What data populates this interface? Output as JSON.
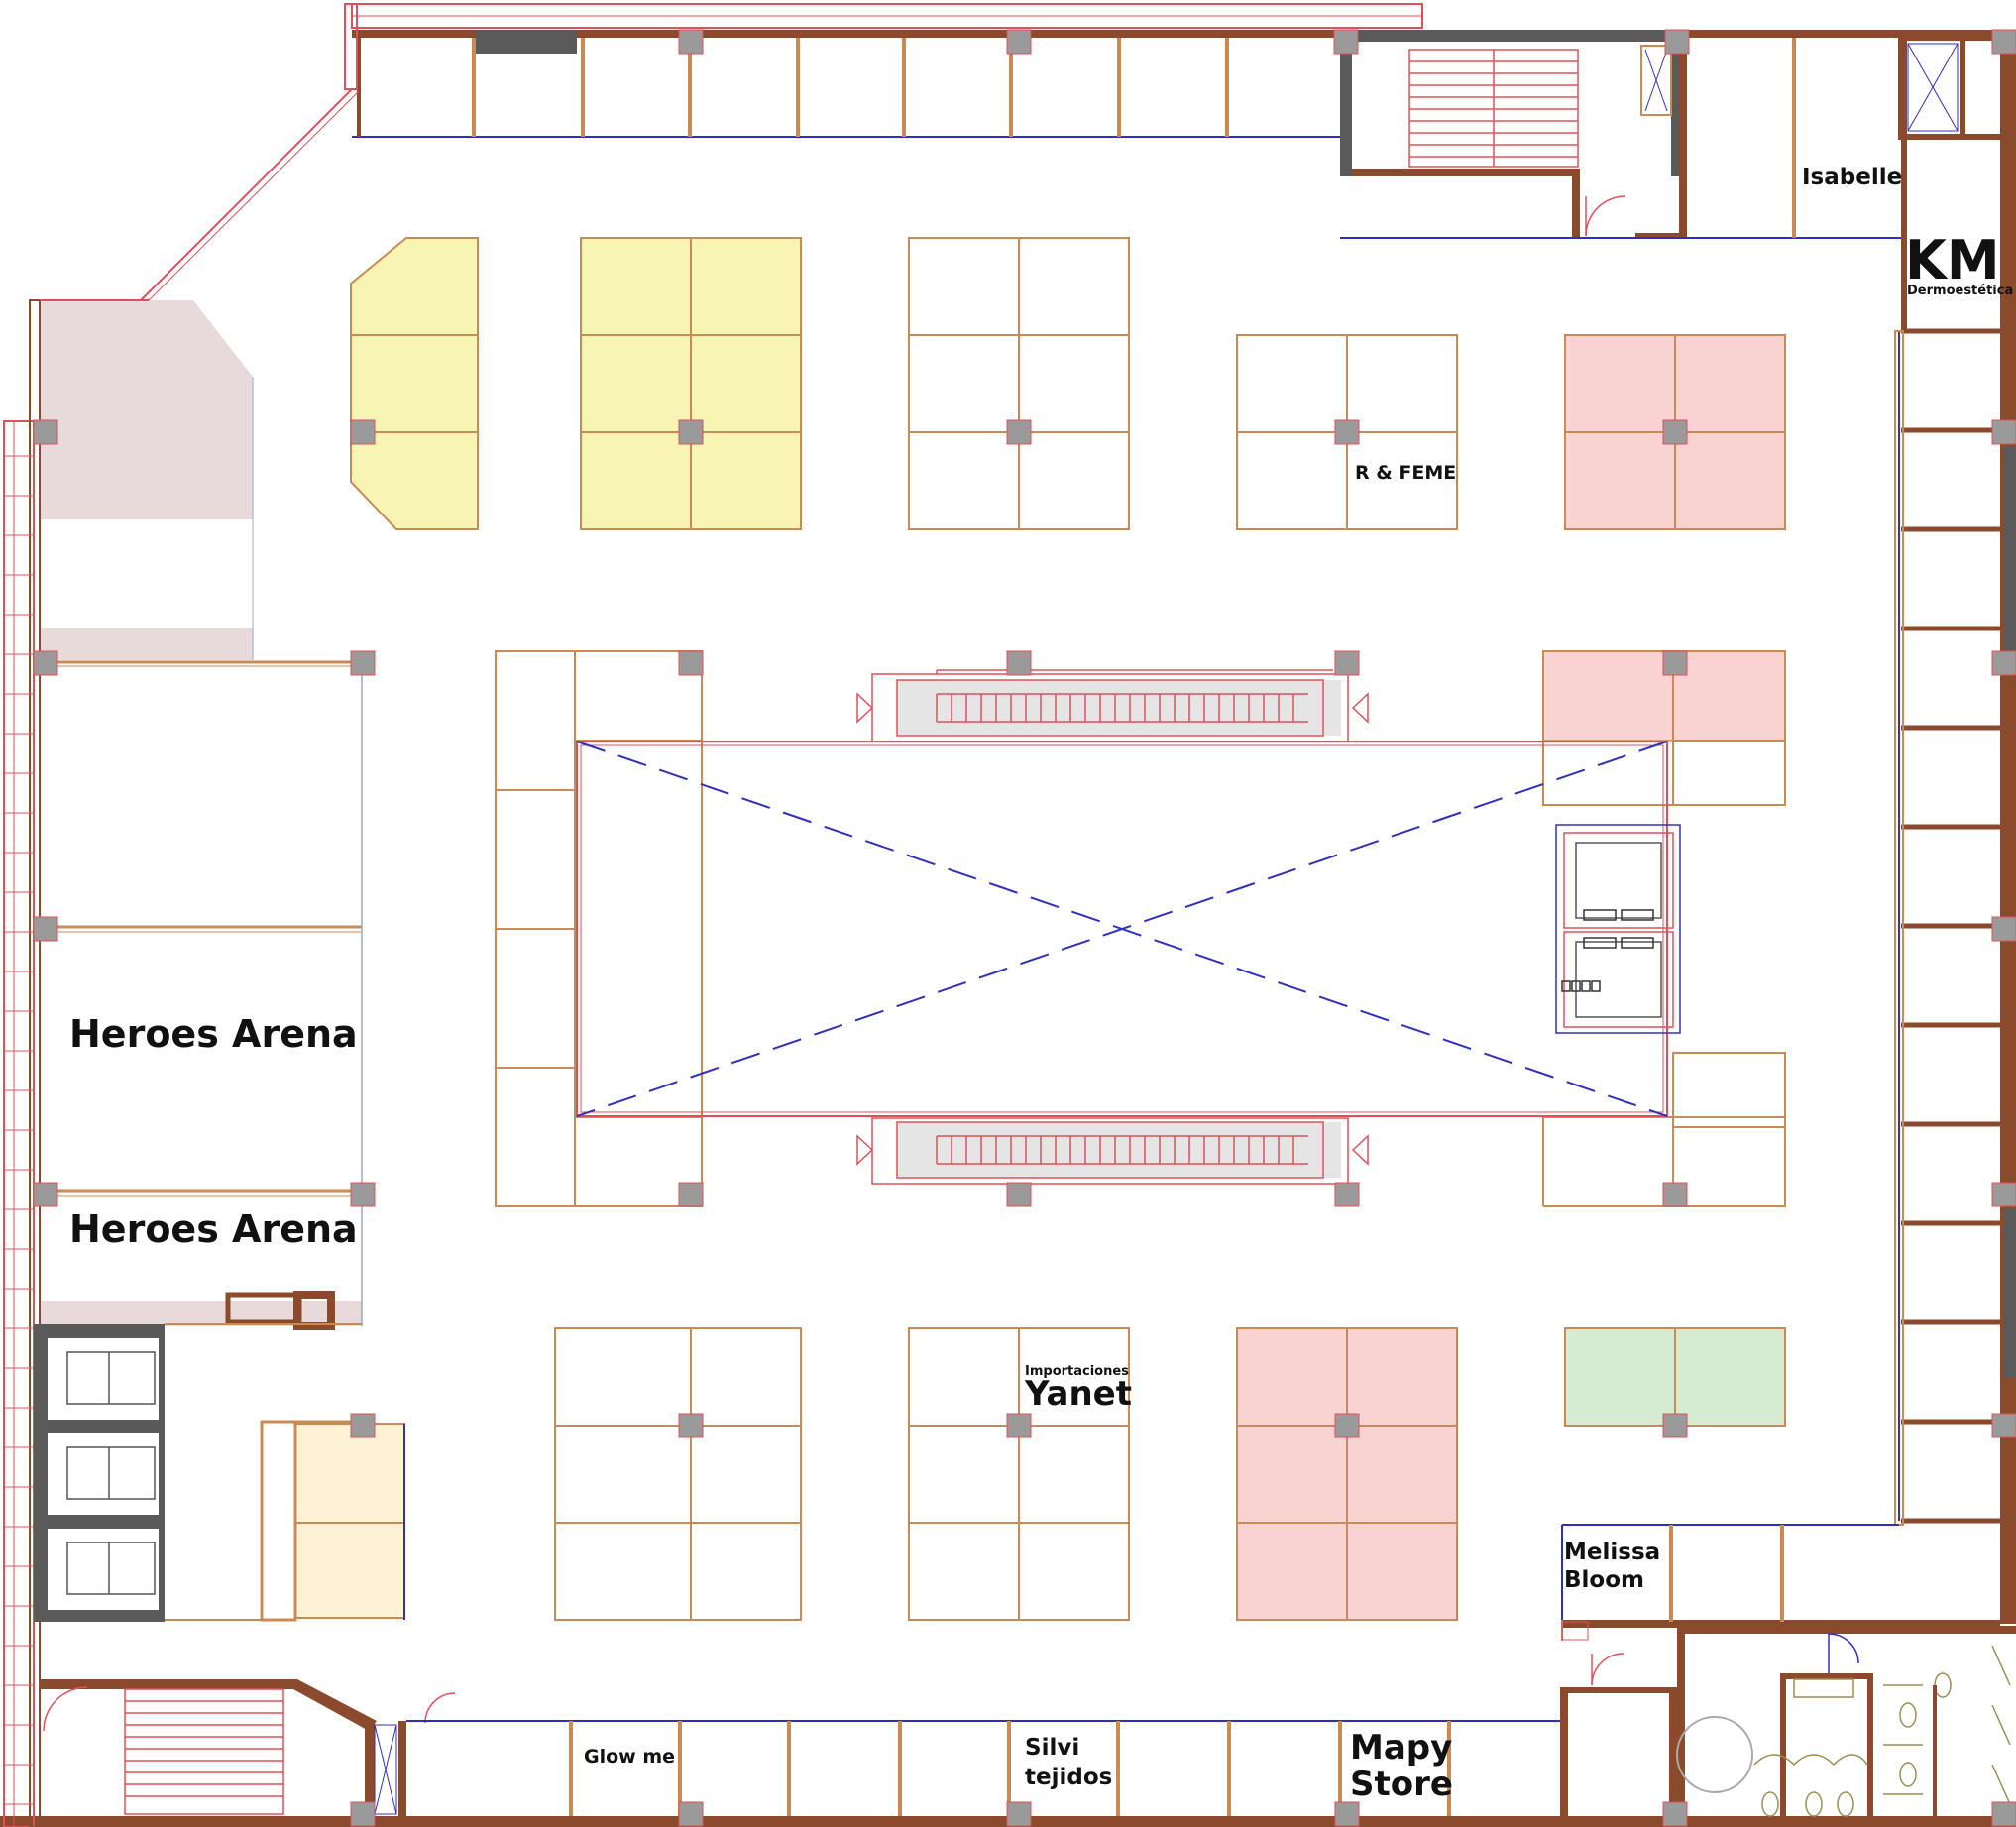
{
  "floor_plan": {
    "stores": {
      "isabelle": "Isabelle",
      "km_logo": "KM",
      "km_sub": "Dermoestética",
      "r_feme": "R & FEME",
      "heroes_arena_1": "Heroes Arena",
      "heroes_arena_2": "Heroes Arena",
      "importaciones_sub": "Importaciones",
      "yanet": "Yanet",
      "melissa_1": "Melissa",
      "melissa_2": "Bloom",
      "glow_me": "Glow me",
      "silvi_1": "Silvi",
      "silvi_2": "tejidos",
      "mapy_1": "Mapy",
      "mapy_2": "Store"
    },
    "colors": {
      "wall": "#8B4A2B",
      "wall_dark": "#5a5a5a",
      "stall_line": "#C98A55",
      "red_line": "#E0505A",
      "blue_line": "#3030C0",
      "column": "#9A9A9A",
      "yellow_fill": "#F8F4B4",
      "pink_fill": "#F9D2D2",
      "green_fill": "#D6ECD2",
      "cream_fill": "#FDF1D6",
      "mauve_fill": "#E8DADA"
    }
  }
}
